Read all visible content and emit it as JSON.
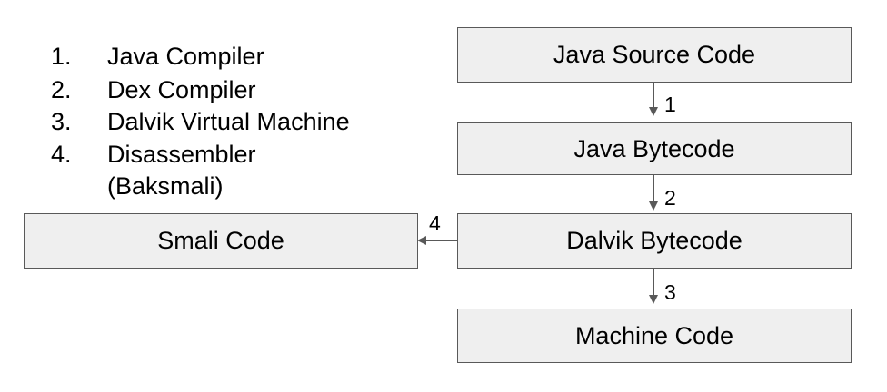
{
  "legend": {
    "items": [
      {
        "number": "1.",
        "label": "Java Compiler"
      },
      {
        "number": "2.",
        "label": "Dex Compiler"
      },
      {
        "number": "3.",
        "label": "Dalvik Virtual Machine"
      },
      {
        "number": "4.",
        "label": "Disassembler"
      }
    ],
    "item4_continuation": "(Baksmali)"
  },
  "nodes": {
    "java_source": "Java Source Code",
    "java_bytecode": "Java Bytecode",
    "dalvik_bytecode": "Dalvik Bytecode",
    "machine_code": "Machine Code",
    "smali_code": "Smali Code"
  },
  "edges": {
    "e1": "1",
    "e2": "2",
    "e3": "3",
    "e4": "4"
  },
  "colors": {
    "box_fill": "#efefef",
    "box_border": "#595959",
    "arrow": "#595959"
  }
}
